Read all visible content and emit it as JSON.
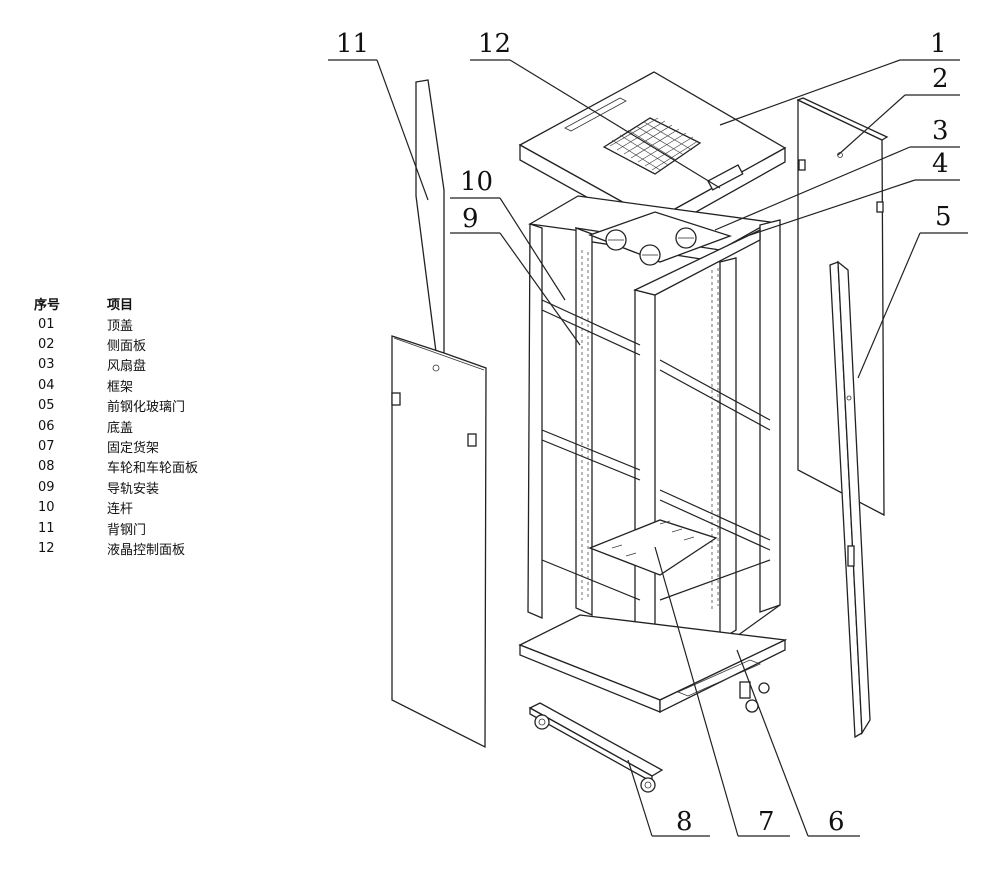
{
  "legend": {
    "header_no": "序号",
    "header_item": "项目",
    "items": [
      {
        "no": "01",
        "name": "顶盖"
      },
      {
        "no": "02",
        "name": "侧面板"
      },
      {
        "no": "03",
        "name": "风扇盘"
      },
      {
        "no": "04",
        "name": "框架"
      },
      {
        "no": "05",
        "name": "前钢化玻璃门"
      },
      {
        "no": "06",
        "name": "底盖"
      },
      {
        "no": "07",
        "name": "固定货架"
      },
      {
        "no": "08",
        "name": "车轮和车轮面板"
      },
      {
        "no": "09",
        "name": "导轨安装"
      },
      {
        "no": "10",
        "name": "连杆"
      },
      {
        "no": "11",
        "name": "背钢门"
      },
      {
        "no": "12",
        "name": "液晶控制面板"
      }
    ]
  },
  "callouts": [
    "1",
    "2",
    "3",
    "4",
    "5",
    "6",
    "7",
    "8",
    "9",
    "10",
    "11",
    "12"
  ]
}
